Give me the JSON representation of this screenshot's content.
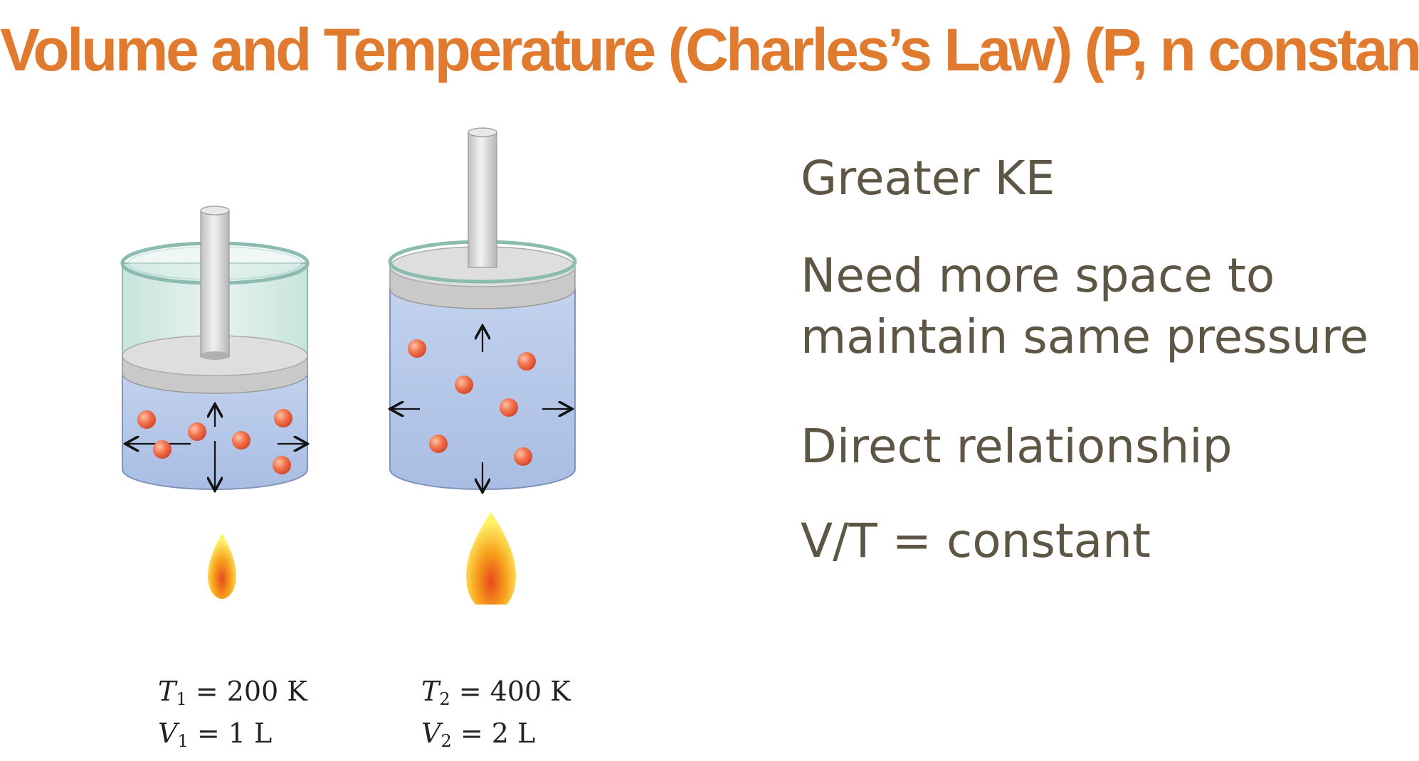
{
  "slide": {
    "title": "Volume and Temperature (Charles’s Law) (P, n constant)",
    "title_color": "#e07a2f",
    "text_color": "#5e5644"
  },
  "bullets": [
    "Greater KE",
    "Need more space to\nmaintain same pressure",
    "Direct relationship",
    "V/T = constant"
  ],
  "cylinders": [
    {
      "label": "cylinder-1",
      "t_sym": "T",
      "t_sub": "1",
      "t_val": "= 200 K",
      "v_sym": "V",
      "v_sub": "1",
      "v_val": "= 1 L",
      "flame": "small"
    },
    {
      "label": "cylinder-2",
      "t_sym": "T",
      "t_sub": "2",
      "t_val": "= 400 K",
      "v_sym": "V",
      "v_sub": "2",
      "v_val": "= 2 L",
      "flame": "large"
    }
  ],
  "icons": [
    "molecule-icon",
    "arrow-icon",
    "flame-icon",
    "piston-icon"
  ]
}
